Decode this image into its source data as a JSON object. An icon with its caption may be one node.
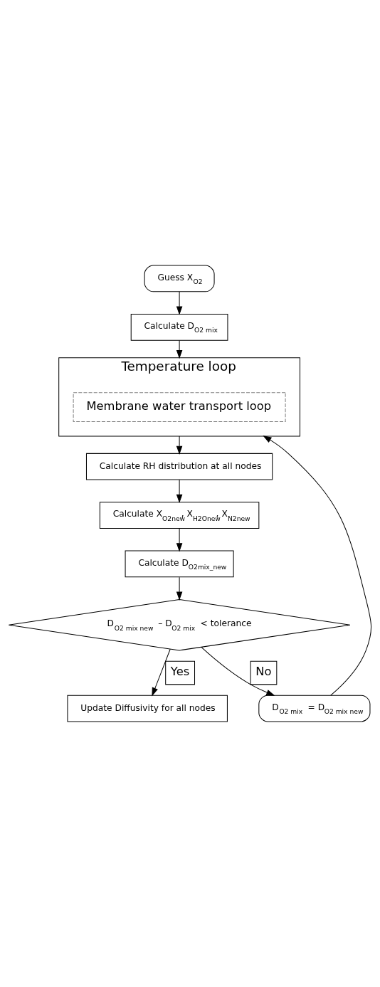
{
  "diagram": {
    "nodes": [
      {
        "text": [
          "Guess X$_{O2}$"
        ]
      },
      {
        "text": [
          "Calculate D$_{O2 mix}$"
        ]
      },
      {
        "text": [
          "Temperature loop"
        ]
      },
      {
        "text": [
          "Membrane water transport loop"
        ],
        "in": 2
      },
      {
        "text": [
          "Calculate RH distribution at all nodes"
        ]
      },
      {
        "text": [
          "Calculate X$_{O2new}$, X$_{H2Onew}$, X$_{N2new}$"
        ]
      },
      {
        "text": [
          "Calculate D$_{O2mix_new}$"
        ]
      },
      {
        "text": [
          "D$_{O2 mix new}$ – D$_{O2 mix}$ < tolerance"
        ]
      },
      {
        "text": [
          "Update Diffusivity for all nodes"
        ]
      },
      {
        "text": [
          "D$_{O2 mix}$ = D$_{O2 mix new}$"
        ]
      }
    ],
    "edges": [
      {
        "from": 0,
        "to": 1,
        "arrow": "to"
      },
      {
        "from": 1,
        "to": 2,
        "arrow": "to"
      },
      {
        "from": 9,
        "to": 2,
        "arrow": "to"
      },
      {
        "from": 2,
        "to": 4,
        "arrow": "to"
      },
      {
        "from": 4,
        "to": 5,
        "arrow": "to"
      },
      {
        "from": 5,
        "to": 6,
        "arrow": "to"
      },
      {
        "from": 6,
        "to": 7,
        "arrow": "to"
      },
      {
        "from": 7,
        "to": 8,
        "arrow": "to",
        "label": "Yes"
      },
      {
        "from": 7,
        "to": 9,
        "arrow": "to",
        "label": "No"
      }
    ]
  }
}
